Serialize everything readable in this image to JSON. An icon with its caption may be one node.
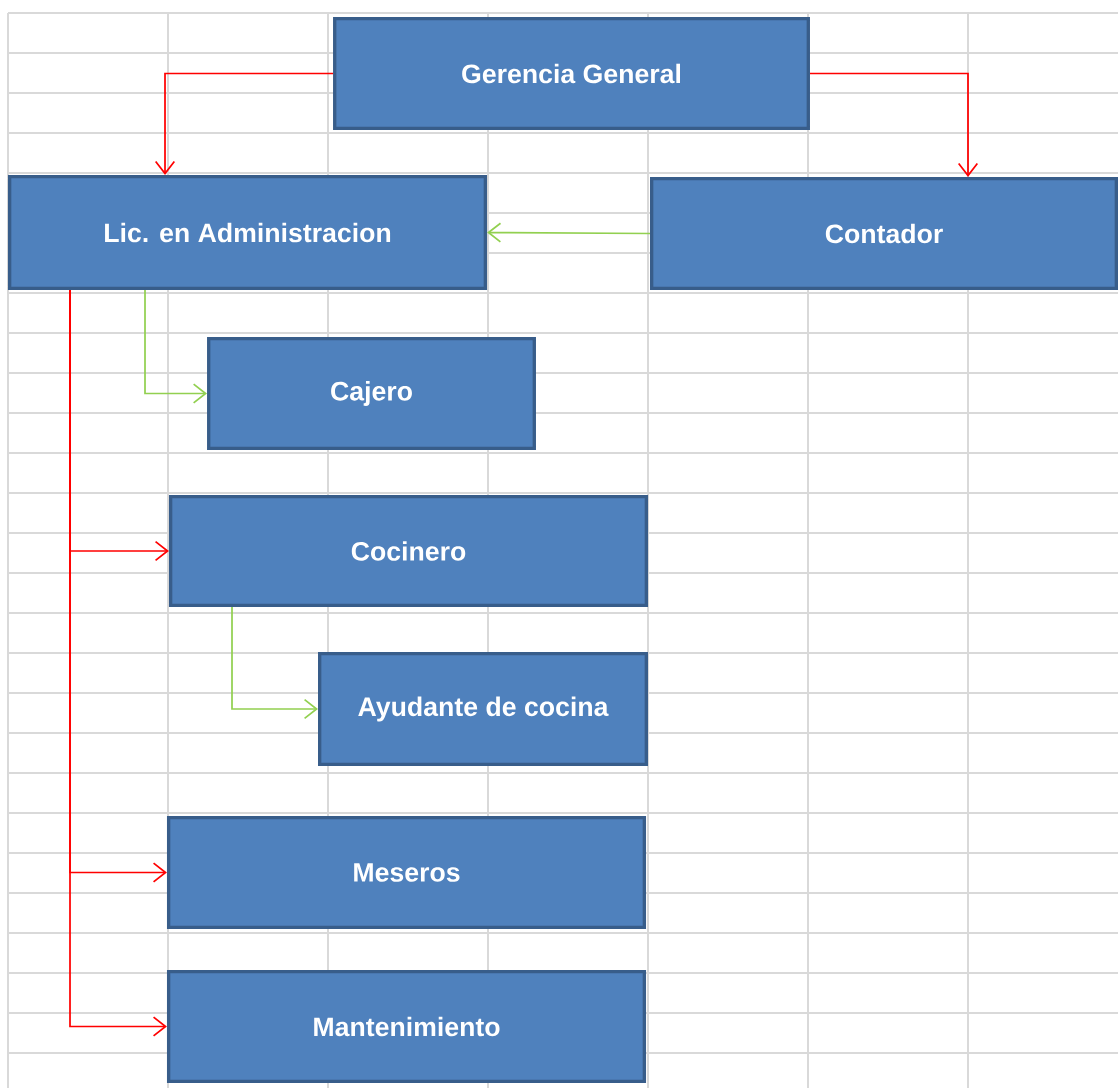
{
  "diagram": {
    "nodes": [
      {
        "text": [
          "Gerencia General"
        ]
      },
      {
        "text": [
          "Lic. en Administracion"
        ]
      },
      {
        "text": [
          "Contador"
        ]
      },
      {
        "text": [
          "Cajero"
        ]
      },
      {
        "text": [
          "Cocinero"
        ]
      },
      {
        "text": [
          "Ayudante de cocina"
        ]
      },
      {
        "text": [
          "Meseros"
        ]
      },
      {
        "text": [
          "Mantenimiento"
        ]
      }
    ],
    "edges": [
      {
        "from": 0,
        "to": 1,
        "arrow": "to"
      },
      {
        "from": 0,
        "to": 2,
        "arrow": "to"
      },
      {
        "from": 2,
        "to": 1,
        "arrow": "to",
        "color": "#92d050"
      },
      {
        "from": 1,
        "to": 3,
        "arrow": "to",
        "color": "#92d050"
      },
      {
        "from": 1,
        "to": 4,
        "arrow": "to"
      },
      {
        "from": 4,
        "to": 5,
        "arrow": "to",
        "color": "#92d050"
      },
      {
        "from": 1,
        "to": 6,
        "arrow": "to"
      },
      {
        "from": 1,
        "to": 7,
        "arrow": "to"
      }
    ]
  }
}
